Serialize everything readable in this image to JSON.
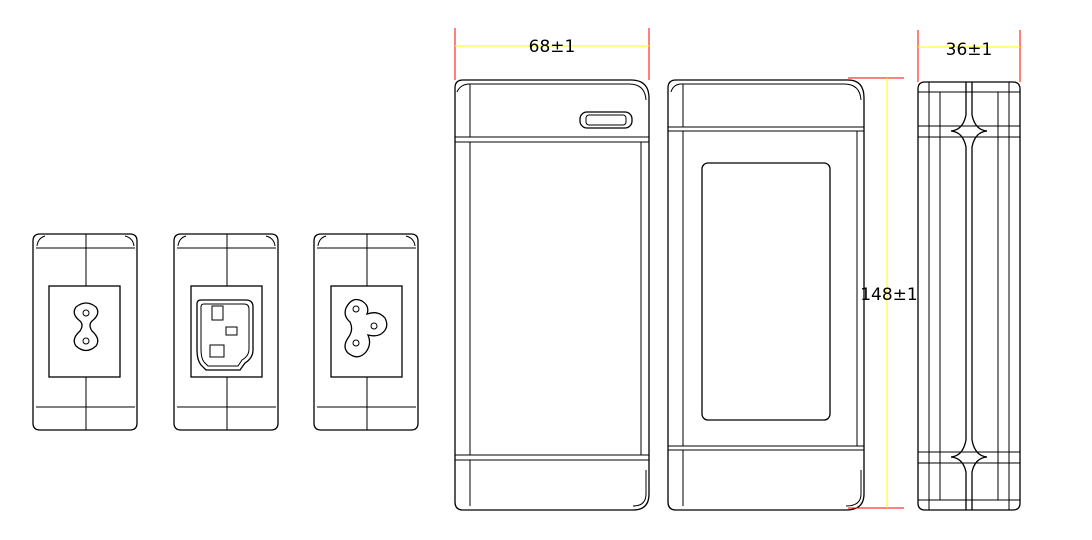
{
  "dimensions": {
    "width_label": "68±1",
    "depth_label": "36±1",
    "height_label": "148±1"
  },
  "colors": {
    "outline": "#000000",
    "dimension_line": "#ffff00",
    "extension_line": "#ff0000",
    "background": "#ffffff"
  },
  "connectors": [
    "iec-c8-socket",
    "iec-c14-socket",
    "iec-c6-socket"
  ]
}
